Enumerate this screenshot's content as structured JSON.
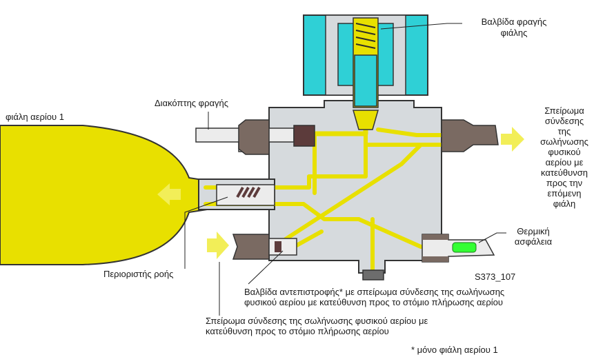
{
  "labels": {
    "valve_top": [
      "Βαλβίδα φραγής",
      "φιάλης"
    ],
    "shutoff_switch": "Διακόπτης φραγής",
    "gas_bottle": "φιάλη αερίου 1",
    "right_thread": [
      "Σπείρωμα",
      "σύνδεσης",
      "της",
      "σωλήνωσης",
      "φυσικού",
      "αερίου με",
      "κατεύθυνση",
      "προς την",
      "επόμενη",
      "φιάλη"
    ],
    "thermal_fuse": [
      "Θερμική",
      "ασφάλεια"
    ],
    "flow_limiter": "Περιοριστής ροής",
    "figure_code": "S373_107",
    "check_valve": [
      "Βαλβίδα αντεπιστροφής* με σπείρωμα σύνδεσης της σωλήνωσης",
      "φυσικού αερίου με κατεύθυνση προς το στόμιο πλήρωσης αερίου"
    ],
    "fill_thread": [
      "Σπείρωμα σύνδεσης της σωλήνωσης φυσικού αερίου με",
      "κατεύθυνση προς το στόμιο πλήρωσης αερίου"
    ],
    "footnote": "* μόνο φιάλη αερίου 1"
  },
  "colors": {
    "body": "#d6dadd",
    "gas": "#e8e000",
    "arrow": "#f2ee58",
    "coil": "#2fd0d6",
    "fitting": "#7a6a62"
  }
}
